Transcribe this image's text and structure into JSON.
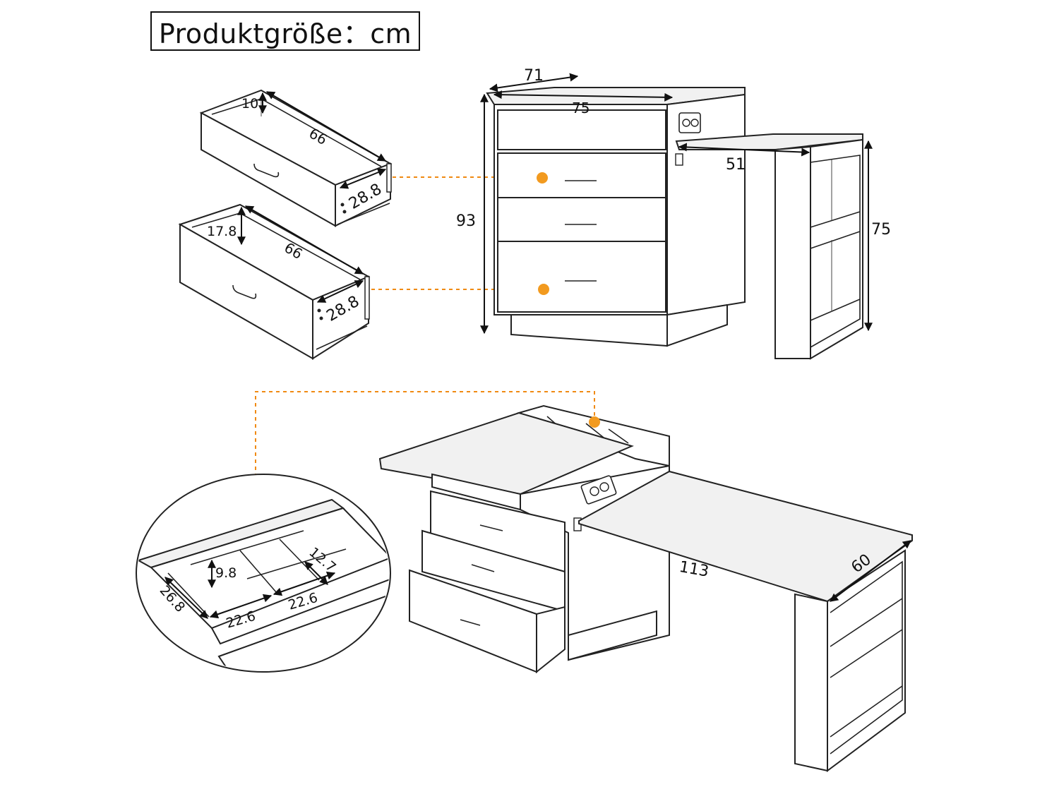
{
  "title": "Produktgröße：cm",
  "dimensions": {
    "drawer_top_height": "10",
    "drawer_top_length": "66",
    "drawer_top_width": "28.8",
    "drawer_bottom_height": "17.8",
    "drawer_bottom_length": "66",
    "drawer_bottom_width": "28.8",
    "cabinet_depth": "71",
    "cabinet_width": "75",
    "cabinet_height": "93",
    "extension_width": "51",
    "extension_height": "75",
    "desk_length": "113",
    "desk_depth": "60",
    "tray_height": "9.8",
    "tray_small_width": "12.7",
    "tray_depth": "26.8",
    "tray_width_a": "22.6",
    "tray_width_b": "22.6"
  },
  "colors": {
    "callout": "#f08a12",
    "outline": "#222222",
    "wood": "#f1f1f1"
  }
}
